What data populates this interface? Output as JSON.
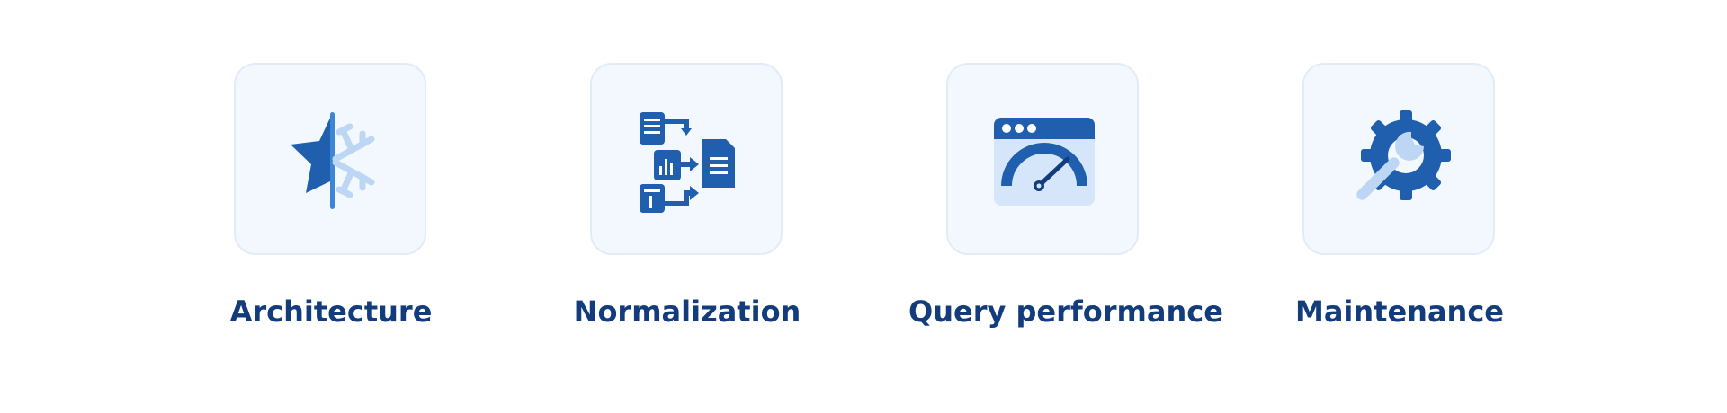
{
  "colors": {
    "primary": "#1f5fae",
    "light": "#bcd6f3",
    "tile_bg": "#f3f8fe",
    "tile_border": "#e1ecf8",
    "label": "#133c7c"
  },
  "items": [
    {
      "icon": "star-snowflake-icon",
      "label": "Architecture"
    },
    {
      "icon": "normalization-flow-icon",
      "label": "Normalization"
    },
    {
      "icon": "speedometer-window-icon",
      "label": "Query performance"
    },
    {
      "icon": "gear-wrench-icon",
      "label": "Maintenance"
    }
  ]
}
